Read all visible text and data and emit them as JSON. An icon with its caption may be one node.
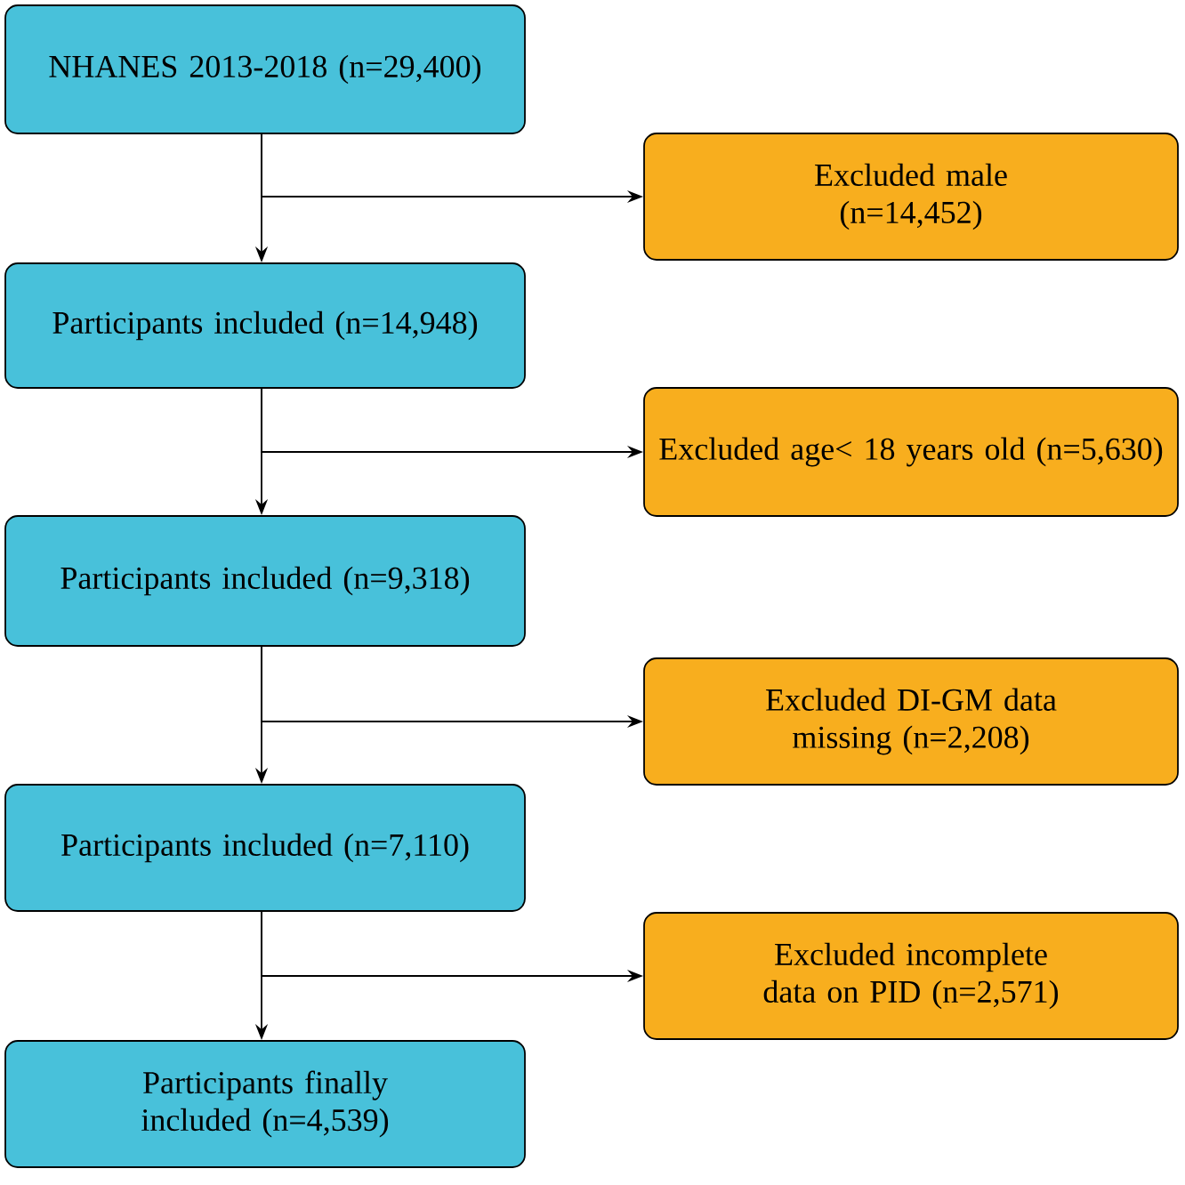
{
  "diagram": {
    "nodes": [
      {
        "text": [
          "NHANES 2013-2018 (n=29,400)"
        ]
      },
      {
        "text": [
          "Excluded male (n=14,452)"
        ]
      },
      {
        "text": [
          "Participants included (n=14,948)"
        ]
      },
      {
        "text": [
          "Excluded age< 18 years old (n=5,630)"
        ]
      },
      {
        "text": [
          "Participants included (n=9,318)"
        ]
      },
      {
        "text": [
          "Excluded DI-GM data missing (n=2,208)"
        ]
      },
      {
        "text": [
          "Participants included (n=7,110)"
        ]
      },
      {
        "text": [
          "Excluded incomplete data on PID (n=2,571)"
        ]
      },
      {
        "text": [
          "Participants finally included (n=4,539)"
        ]
      }
    ],
    "edges": [
      {
        "from": 0,
        "to": 2,
        "arrow": "to"
      },
      {
        "from": 0,
        "to": 1,
        "arrow": "to"
      },
      {
        "from": 2,
        "to": 4,
        "arrow": "to"
      },
      {
        "from": 2,
        "to": 3,
        "arrow": "to"
      },
      {
        "from": 4,
        "to": 6,
        "arrow": "to"
      },
      {
        "from": 4,
        "to": 5,
        "arrow": "to"
      },
      {
        "from": 6,
        "to": 8,
        "arrow": "to"
      },
      {
        "from": 6,
        "to": 7,
        "arrow": "to"
      }
    ]
  }
}
